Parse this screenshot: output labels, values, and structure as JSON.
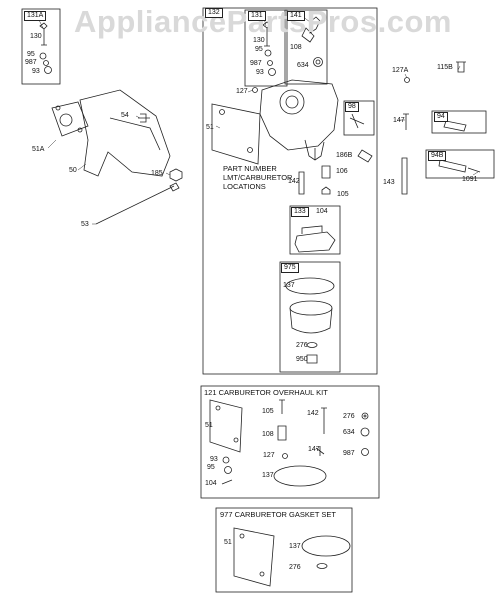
{
  "watermark": "AppliancePartsPros.com",
  "labels": {
    "p131A": "131A",
    "p130a": "130",
    "p95a": "95",
    "p987a": "987",
    "p93a": "93",
    "p131": "131",
    "p130b": "130",
    "p95b": "95",
    "p987b": "987",
    "p93b": "93",
    "p141": "141",
    "p108a": "108",
    "p634a": "634",
    "p132": "132",
    "p127a": "127",
    "p51a": "51",
    "p98": "98",
    "p127A": "127A",
    "p115B": "115B",
    "p147a": "147",
    "p94": "94",
    "p94B": "94B",
    "p1091": "1091",
    "p54": "54",
    "p51A": "51A",
    "p50": "50",
    "p185": "185",
    "p53": "53",
    "p142a": "142",
    "p106a": "106",
    "p186B": "186B",
    "p105a": "105",
    "p143": "143",
    "p133": "133",
    "p104a": "104",
    "p975": "975",
    "p137a": "137",
    "p276a": "276",
    "p950": "950",
    "p51b": "51",
    "p105b": "105",
    "p108b": "108",
    "p142b": "142",
    "p276b": "276",
    "p634b": "634",
    "p127b": "127",
    "p147b": "147",
    "p987c": "987",
    "p93c": "93",
    "p95c": "95",
    "p137b": "137",
    "p104b": "104",
    "p51c": "51",
    "p137c": "137",
    "p276c": "276"
  },
  "note": {
    "line1": "PART NUMBER",
    "line2": "LMT/CARBURETOR",
    "line3": "LOCATIONS"
  },
  "kits": {
    "overhaul": "121 CARBURETOR OVERHAUL KIT",
    "gasket": "977 CARBURETOR GASKET SET"
  }
}
